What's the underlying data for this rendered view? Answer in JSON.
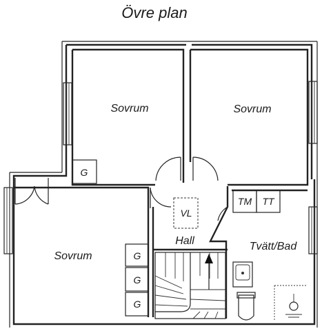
{
  "title": "Övre plan",
  "rooms": {
    "bedroom_top_left": "Sovrum",
    "bedroom_top_right": "Sovrum",
    "bedroom_bottom_left": "Sovrum",
    "hall": "Hall",
    "laundry_bath": "Tvätt/Bad"
  },
  "labels": {
    "closet": "G",
    "ventilation": "VL",
    "washer": "TM",
    "dryer": "TT"
  }
}
